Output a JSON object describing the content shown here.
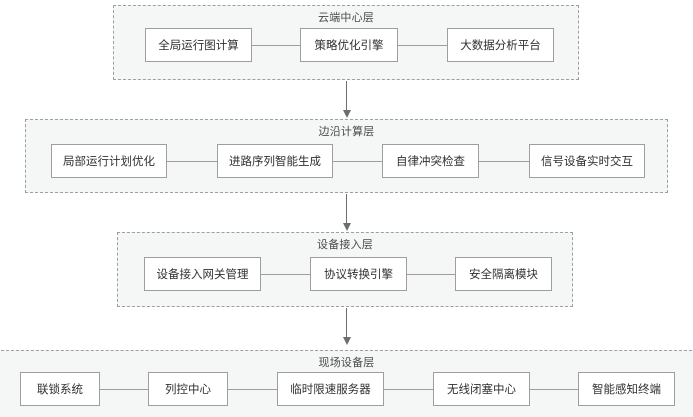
{
  "diagram": {
    "title_present": false,
    "colors": {
      "layer_fill": "#f5f7f6",
      "layer_border": "#9aa0a6",
      "node_fill": "#ffffff",
      "node_border": "#9e9e9e",
      "connector": "#9e9e9e",
      "arrow": "#6d6d6d",
      "text": "#303030",
      "layer_title_text": "#4a4a4a",
      "canvas": "#ffffff"
    },
    "layers": [
      {
        "id": "cloud-center-layer",
        "title": "云端中心层",
        "nodes": [
          {
            "id": "global-timetable-computation",
            "label": "全局运行图计算"
          },
          {
            "id": "strategy-optimization-engine",
            "label": "策略优化引擎"
          },
          {
            "id": "big-data-analysis-platform",
            "label": "大数据分析平台"
          }
        ]
      },
      {
        "id": "edge-computing-layer",
        "title": "边沿计算层",
        "nodes": [
          {
            "id": "local-operation-plan-optimization",
            "label": "局部运行计划优化"
          },
          {
            "id": "route-sequence-intelligent-generation",
            "label": "进路序列智能生成"
          },
          {
            "id": "autonomous-conflict-check",
            "label": "自律冲突检查"
          },
          {
            "id": "signal-equipment-realtime-interaction",
            "label": "信号设备实时交互"
          }
        ]
      },
      {
        "id": "device-access-layer",
        "title": "设备接入层",
        "nodes": [
          {
            "id": "device-access-gateway-management",
            "label": "设备接入网关管理"
          },
          {
            "id": "protocol-conversion-engine",
            "label": "协议转换引擎"
          },
          {
            "id": "security-isolation-module",
            "label": "安全隔离模块"
          }
        ]
      },
      {
        "id": "field-equipment-layer",
        "title": "现场设备层",
        "nodes": [
          {
            "id": "interlocking-system",
            "label": "联锁系统"
          },
          {
            "id": "train-control-center",
            "label": "列控中心"
          },
          {
            "id": "temporary-speed-restriction-server",
            "label": "临时限速服务器"
          },
          {
            "id": "radio-block-center",
            "label": "无线闭塞中心"
          },
          {
            "id": "intelligent-sensing-terminal",
            "label": "智能感知终端"
          }
        ]
      }
    ],
    "arrows": [
      {
        "id": "arrow-cloud-to-edge",
        "from": "cloud-center-layer",
        "to": "edge-computing-layer"
      },
      {
        "id": "arrow-edge-to-device-access",
        "from": "edge-computing-layer",
        "to": "device-access-layer"
      },
      {
        "id": "arrow-device-access-to-field",
        "from": "device-access-layer",
        "to": "field-equipment-layer"
      }
    ]
  }
}
